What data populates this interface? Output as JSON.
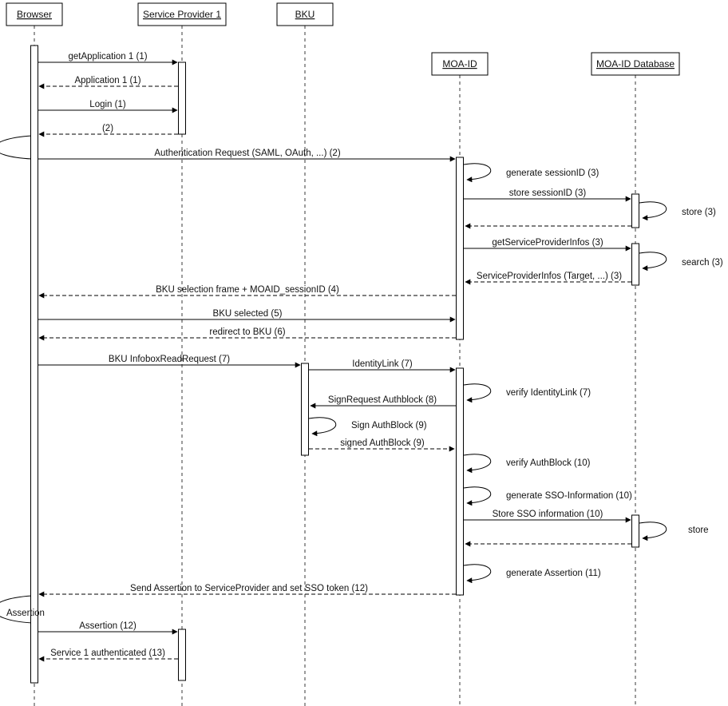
{
  "diagram_type": "uml-sequence",
  "actors": [
    {
      "id": "browser",
      "label": "Browser"
    },
    {
      "id": "service-provider-1",
      "label": "Service Provider 1"
    },
    {
      "id": "bku",
      "label": "BKU"
    },
    {
      "id": "moa-id",
      "label": "MOA-ID"
    },
    {
      "id": "moa-id-database",
      "label": "MOA-ID Database"
    }
  ],
  "messages": [
    {
      "label": "getApplication 1 (1)",
      "from": "browser",
      "to": "service-provider-1",
      "style": "solid"
    },
    {
      "label": "Application 1 (1)",
      "from": "service-provider-1",
      "to": "browser",
      "style": "dashed"
    },
    {
      "label": "Login (1)",
      "from": "browser",
      "to": "service-provider-1",
      "style": "solid"
    },
    {
      "label": "(2)",
      "from": "service-provider-1",
      "to": "browser",
      "style": "dashed"
    },
    {
      "label": "Authentication Request (SAML, OAuth, ...) (2)",
      "from": "browser",
      "to": "moa-id",
      "style": "solid"
    },
    {
      "label": "generate sessionID (3)",
      "from": "moa-id",
      "to": "moa-id",
      "style": "self"
    },
    {
      "label": "store sessionID (3)",
      "from": "moa-id",
      "to": "moa-id-database",
      "style": "solid"
    },
    {
      "label": "store (3)",
      "from": "moa-id-database",
      "to": "moa-id-database",
      "style": "self"
    },
    {
      "label": "getServiceProviderInfos (3)",
      "from": "moa-id",
      "to": "moa-id-database",
      "style": "solid"
    },
    {
      "label": "search (3)",
      "from": "moa-id-database",
      "to": "moa-id-database",
      "style": "self"
    },
    {
      "label": "ServiceProviderInfos (Target, ...) (3)",
      "from": "moa-id-database",
      "to": "moa-id",
      "style": "dashed"
    },
    {
      "label": "BKU selection frame + MOAID_sessionID (4)",
      "from": "moa-id",
      "to": "browser",
      "style": "dashed"
    },
    {
      "label": "BKU selected (5)",
      "from": "browser",
      "to": "moa-id",
      "style": "solid"
    },
    {
      "label": "redirect to BKU (6)",
      "from": "moa-id",
      "to": "browser",
      "style": "dashed"
    },
    {
      "label": "BKU InfoboxReadRequest (7)",
      "from": "browser",
      "to": "bku",
      "style": "solid"
    },
    {
      "label": "IdentityLink (7)",
      "from": "bku",
      "to": "moa-id",
      "style": "solid"
    },
    {
      "label": "verify IdentityLink (7)",
      "from": "moa-id",
      "to": "moa-id",
      "style": "self"
    },
    {
      "label": "SignRequest Authblock (8)",
      "from": "moa-id",
      "to": "bku",
      "style": "solid"
    },
    {
      "label": "Sign AuthBlock (9)",
      "from": "bku",
      "to": "bku",
      "style": "self"
    },
    {
      "label": "signed AuthBlock (9)",
      "from": "bku",
      "to": "moa-id",
      "style": "dashed"
    },
    {
      "label": "verify AuthBlock (10)",
      "from": "moa-id",
      "to": "moa-id",
      "style": "self"
    },
    {
      "label": "generate SSO-Information (10)",
      "from": "moa-id",
      "to": "moa-id",
      "style": "self"
    },
    {
      "label": "Store SSO information (10)",
      "from": "moa-id",
      "to": "moa-id-database",
      "style": "solid"
    },
    {
      "label": "store",
      "from": "moa-id-database",
      "to": "moa-id-database",
      "style": "self"
    },
    {
      "label": "generate Assertion (11)",
      "from": "moa-id",
      "to": "moa-id",
      "style": "self"
    },
    {
      "label": "Send Assertion to ServiceProvider and set SSO token (12)",
      "from": "moa-id",
      "to": "browser",
      "style": "dashed"
    },
    {
      "label": "Assertion",
      "from": "browser",
      "to": "browser",
      "style": "self-left"
    },
    {
      "label": "Assertion (12)",
      "from": "browser",
      "to": "service-provider-1",
      "style": "solid"
    },
    {
      "label": "Service 1 authenticated (13)",
      "from": "service-provider-1",
      "to": "browser",
      "style": "dashed"
    }
  ]
}
